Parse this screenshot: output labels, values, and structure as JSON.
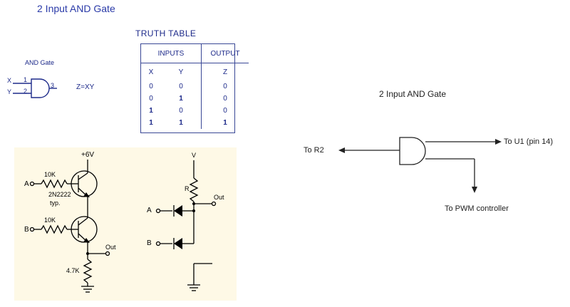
{
  "title": "2 Input AND Gate",
  "truth_table": {
    "title": "TRUTH TABLE",
    "inputs_header": "INPUTS",
    "output_header": "OUTPUT",
    "columns": [
      "X",
      "Y",
      "Z"
    ],
    "rows": [
      [
        "0",
        "0",
        "0"
      ],
      [
        "0",
        "1",
        "0"
      ],
      [
        "1",
        "0",
        "0"
      ],
      [
        "1",
        "1",
        "1"
      ]
    ]
  },
  "gate_symbol": {
    "label": "AND Gate",
    "input_x": "X",
    "input_y": "Y",
    "pin1": "1",
    "pin2": "2",
    "pin3": "3",
    "equation": "Z=XY"
  },
  "transistor_circuit": {
    "supply": "+6V",
    "resistor_a": "10K",
    "resistor_b": "10K",
    "transistor": "2N2222",
    "transistor_note": "typ.",
    "input_a": "A",
    "input_b": "B",
    "output": "Out",
    "resistor_load": "4.7K"
  },
  "diode_circuit": {
    "supply": "V",
    "resistor": "R",
    "output": "Out",
    "input_a": "A",
    "input_b": "B"
  },
  "right_diagram": {
    "title": "2 Input AND Gate",
    "left_label": "To R2",
    "top_right_label": "To U1 (pin 14)",
    "bottom_label": "To PWM controller"
  },
  "colors": {
    "title_blue": "#2a3aa8",
    "table_blue": "#1d2a8a",
    "panel_bg": "#fef9e6"
  }
}
